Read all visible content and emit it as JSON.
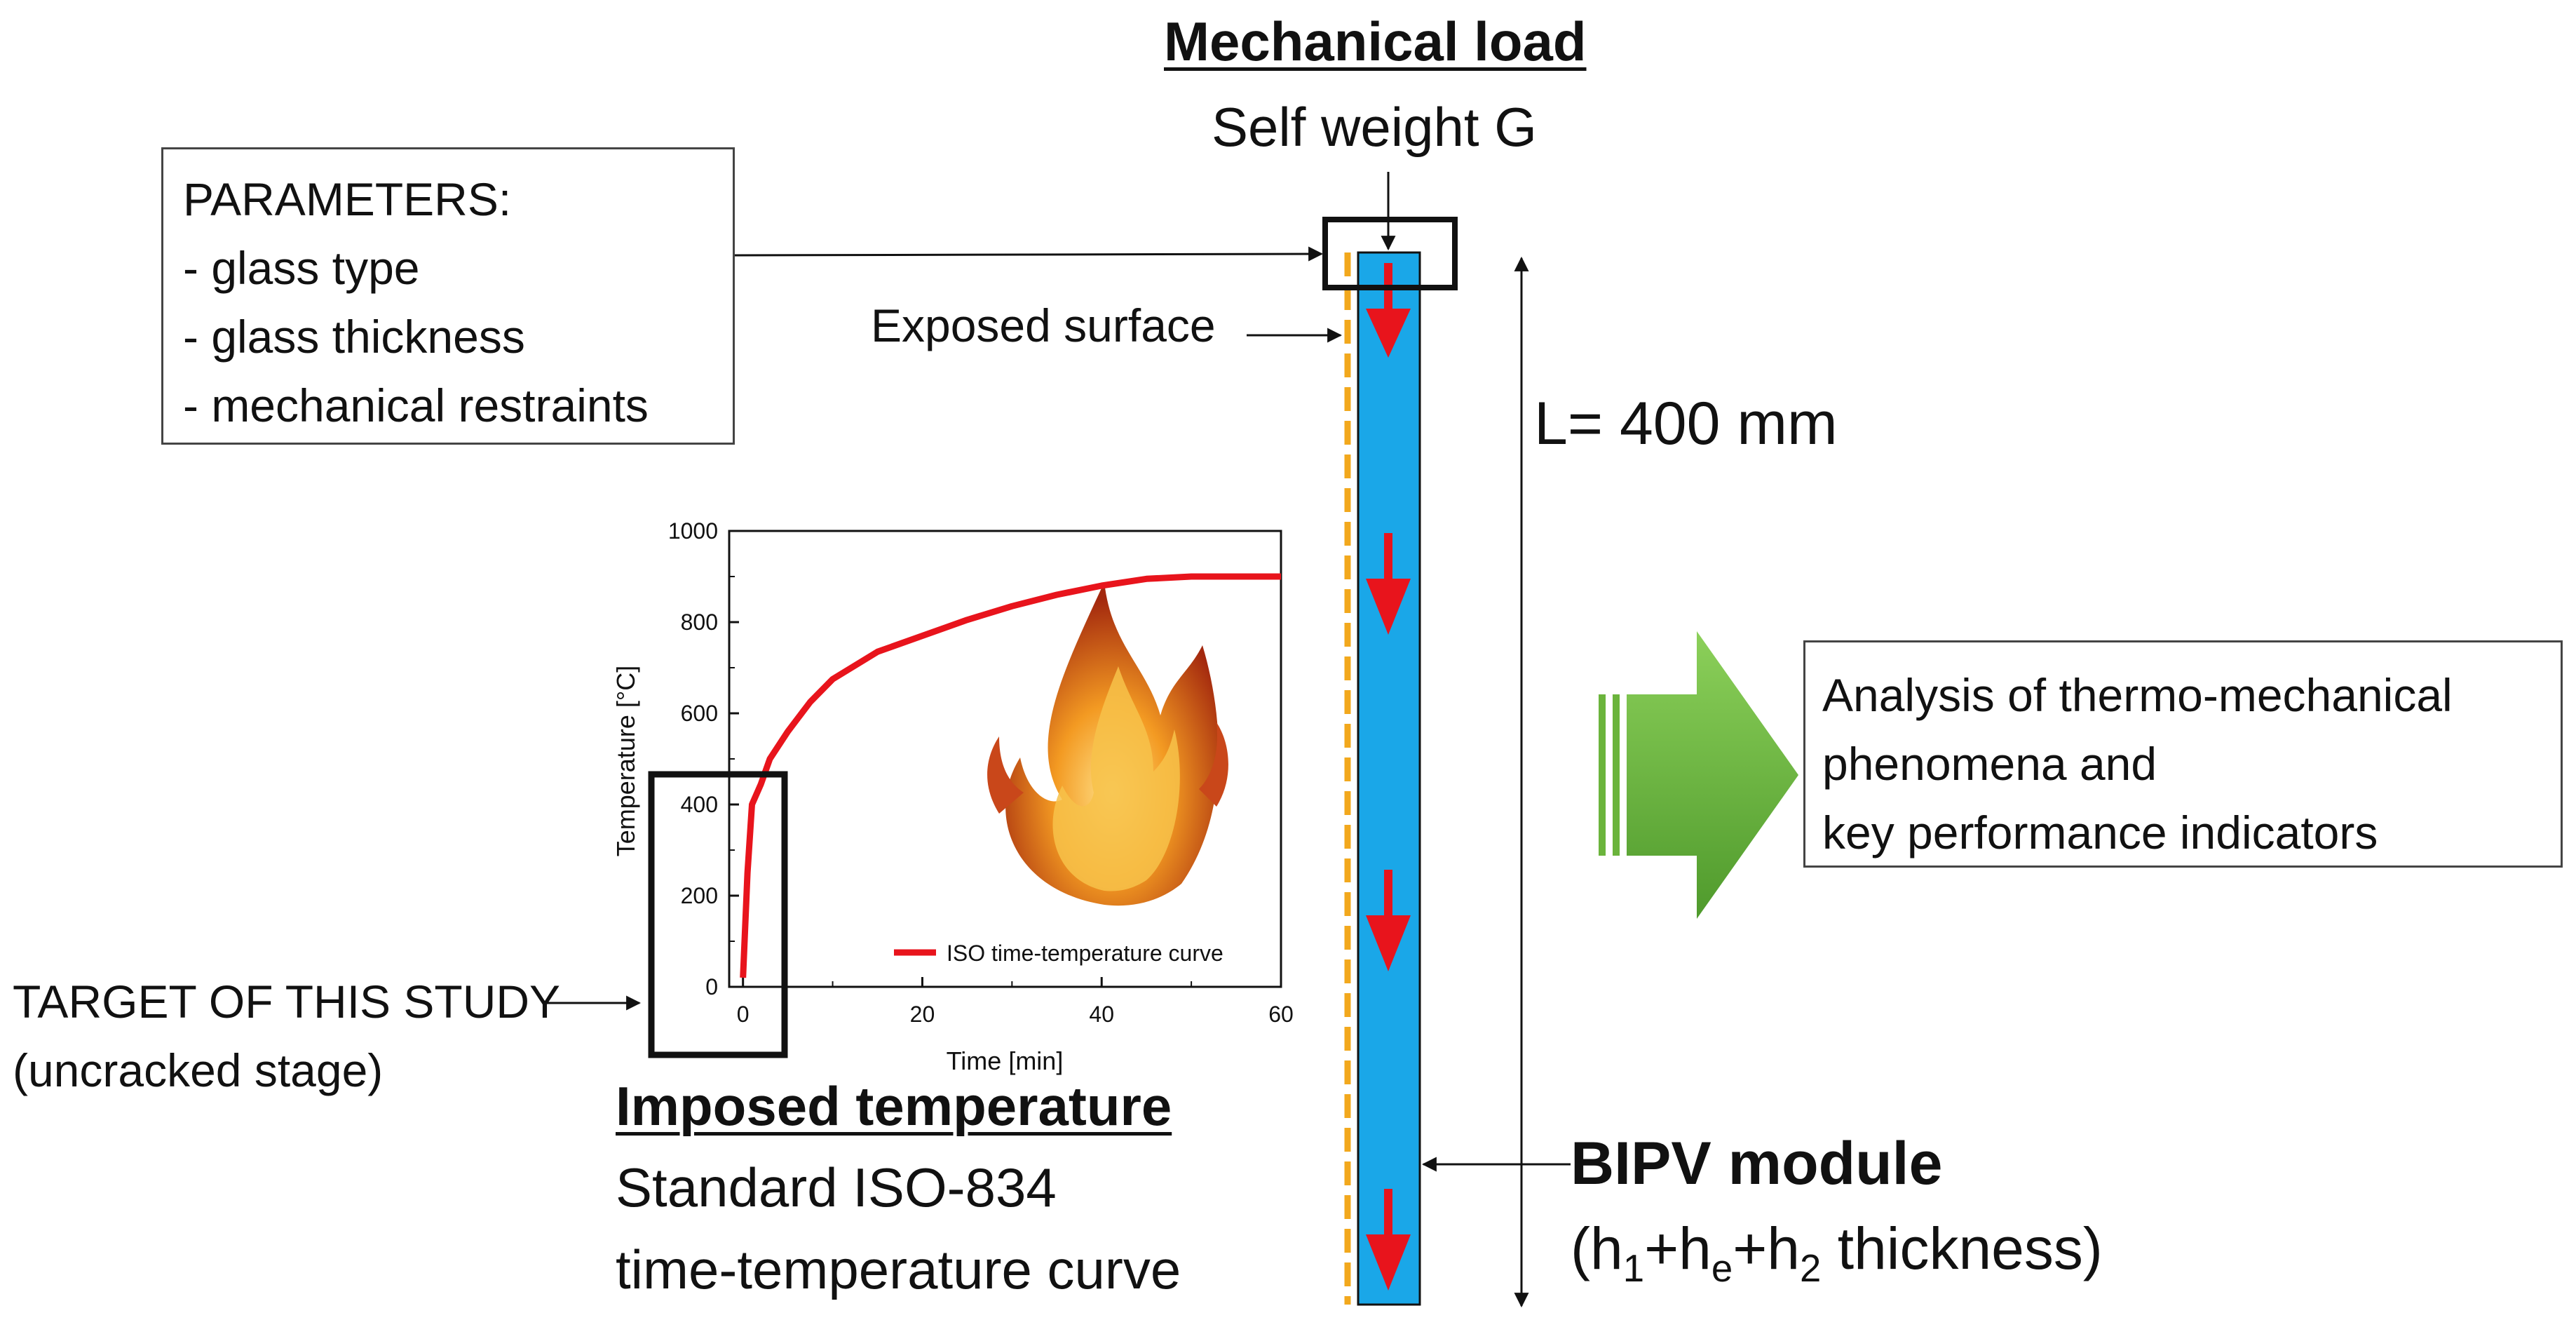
{
  "mechanical_load": {
    "title": "Mechanical load",
    "subtitle": "Self weight G"
  },
  "parameters": {
    "header": "PARAMETERS:",
    "items": [
      "- glass type",
      "- glass thickness",
      "- mechanical restraints"
    ]
  },
  "exposed_surface": "Exposed surface",
  "length_label": "L= 400 mm",
  "analysis": {
    "lines": [
      "Analysis of thermo-mechanical",
      "phenomena and",
      "key performance indicators"
    ]
  },
  "target": {
    "line1": "TARGET OF THIS STUDY",
    "line2": "(uncracked stage)"
  },
  "imposed_temperature": {
    "title": "Imposed temperature",
    "line1": "Standard ISO-834",
    "line2": "time-temperature curve"
  },
  "bipv": {
    "title": "BIPV module",
    "thickness_open": "(h",
    "sub1": "1",
    "plus1": "+h",
    "sub_e": "e",
    "plus2": "+h",
    "sub2": "2",
    "thickness_close": " thickness)"
  },
  "colors": {
    "module_fill": "#1aa7e8",
    "load_arrow": "#e8141c",
    "exposed_dash": "#f2a81d",
    "curve": "#e8141c",
    "green_arrow": "#6bb43c"
  },
  "icons": {
    "flame": "flame-icon"
  },
  "chart_data": {
    "type": "line",
    "xlabel": "Time [min]",
    "ylabel": "Temperature  [°C]",
    "xlim": [
      0,
      60
    ],
    "ylim": [
      0,
      1000
    ],
    "x_ticks": [
      0,
      20,
      40,
      60
    ],
    "y_ticks": [
      0,
      200,
      400,
      600,
      800,
      1000
    ],
    "series": [
      {
        "name": "ISO time-temperature curve",
        "x": [
          0,
          0.5,
          1,
          2,
          3,
          5,
          7.5,
          10,
          15,
          20,
          25,
          30,
          35,
          40,
          45,
          50,
          55,
          60
        ],
        "y": [
          20,
          250,
          400,
          445,
          500,
          560,
          625,
          675,
          735,
          770,
          805,
          835,
          860,
          880,
          895,
          900,
          900,
          900
        ]
      }
    ],
    "legend_position": "bottom-right"
  }
}
